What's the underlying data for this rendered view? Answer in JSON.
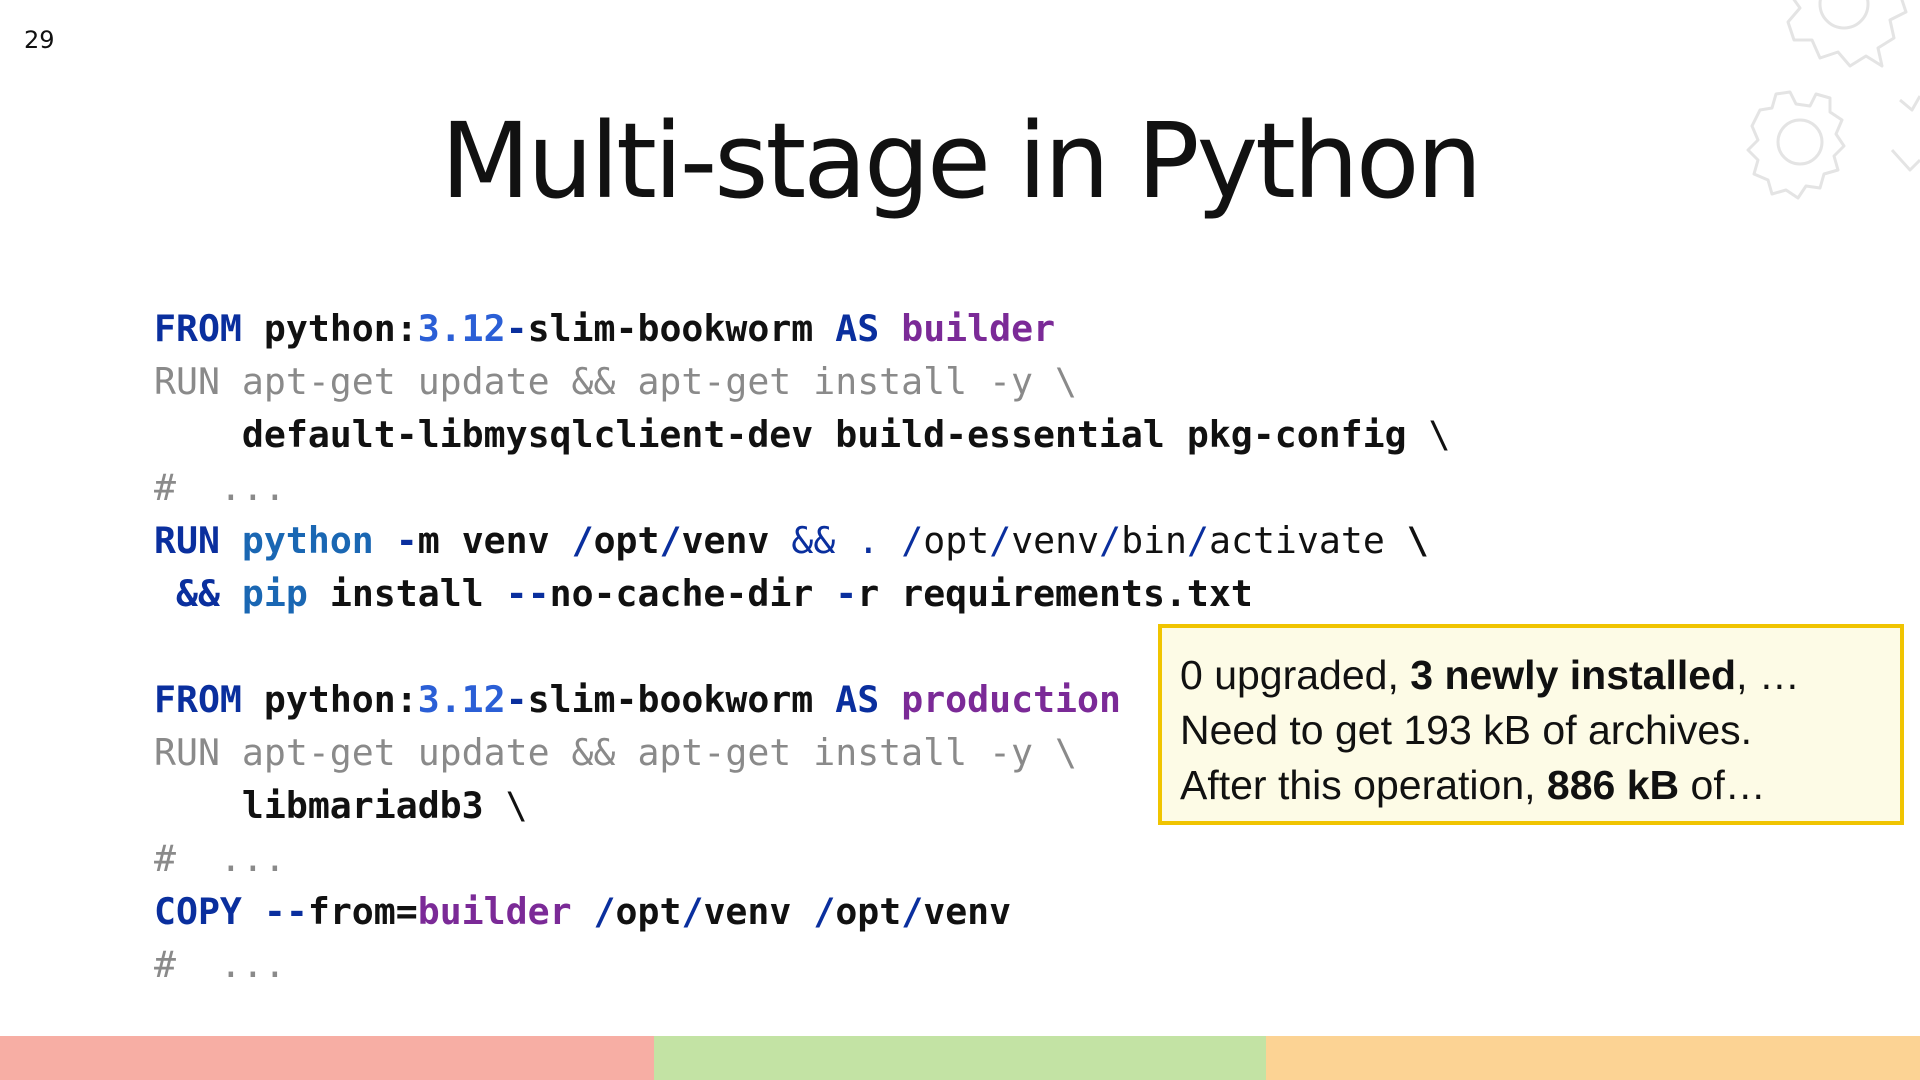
{
  "slide": {
    "number": "29",
    "title": "Multi-stage in Python"
  },
  "code_lines": [
    [
      [
        "kw",
        "FROM"
      ],
      [
        "plain",
        " "
      ],
      [
        "str",
        "python:"
      ],
      [
        "num",
        "3.12"
      ],
      [
        "op",
        "-"
      ],
      [
        "str",
        "slim-bookworm"
      ],
      [
        "plain",
        " "
      ],
      [
        "kw",
        "AS"
      ],
      [
        "plain",
        " "
      ],
      [
        "name",
        "builder"
      ]
    ],
    [
      [
        "dim",
        "RUN apt-get update && apt-get install -y \\"
      ]
    ],
    [
      [
        "plain",
        "    "
      ],
      [
        "str",
        "default-libmysqlclient-dev build-essential pkg-config"
      ],
      [
        "plain",
        " \\"
      ]
    ],
    [
      [
        "dim",
        "#  ..."
      ]
    ],
    [
      [
        "kw",
        "RUN"
      ],
      [
        "plain",
        " "
      ],
      [
        "cmd",
        "python"
      ],
      [
        "plain",
        " "
      ],
      [
        "op",
        "-"
      ],
      [
        "str",
        "m venv"
      ],
      [
        "plain",
        " "
      ],
      [
        "op",
        "/"
      ],
      [
        "str",
        "opt"
      ],
      [
        "op",
        "/"
      ],
      [
        "str",
        "venv"
      ],
      [
        "plain",
        " "
      ],
      [
        "op-light",
        "&& ."
      ],
      [
        "plain",
        " "
      ],
      [
        "op-light",
        "/"
      ],
      [
        "plain",
        "opt"
      ],
      [
        "op-light",
        "/"
      ],
      [
        "plain",
        "venv"
      ],
      [
        "op-light",
        "/"
      ],
      [
        "plain",
        "bin"
      ],
      [
        "op-light",
        "/"
      ],
      [
        "plain",
        "activate "
      ],
      [
        "str",
        "\\"
      ]
    ],
    [
      [
        "plain",
        " "
      ],
      [
        "op",
        "&&"
      ],
      [
        "plain",
        " "
      ],
      [
        "cmd",
        "pip"
      ],
      [
        "plain",
        " "
      ],
      [
        "str",
        "install"
      ],
      [
        "plain",
        " "
      ],
      [
        "op",
        "--"
      ],
      [
        "str",
        "no-cache-dir"
      ],
      [
        "plain",
        " "
      ],
      [
        "op",
        "-"
      ],
      [
        "str",
        "r requirements.txt"
      ]
    ],
    [
      [
        "plain",
        " "
      ]
    ],
    [
      [
        "kw",
        "FROM"
      ],
      [
        "plain",
        " "
      ],
      [
        "str",
        "python:"
      ],
      [
        "num",
        "3.12"
      ],
      [
        "op",
        "-"
      ],
      [
        "str",
        "slim-bookworm"
      ],
      [
        "plain",
        " "
      ],
      [
        "kw",
        "AS"
      ],
      [
        "plain",
        " "
      ],
      [
        "name",
        "production"
      ]
    ],
    [
      [
        "dim",
        "RUN apt-get update && apt-get install -y \\"
      ]
    ],
    [
      [
        "plain",
        "    "
      ],
      [
        "str",
        "libmariadb3"
      ],
      [
        "plain",
        " \\"
      ]
    ],
    [
      [
        "dim",
        "#  ..."
      ]
    ],
    [
      [
        "kw",
        "COPY"
      ],
      [
        "plain",
        " "
      ],
      [
        "op",
        "--"
      ],
      [
        "str",
        "from="
      ],
      [
        "name",
        "builder"
      ],
      [
        "plain",
        " "
      ],
      [
        "op",
        "/"
      ],
      [
        "str",
        "opt"
      ],
      [
        "op",
        "/"
      ],
      [
        "str",
        "venv"
      ],
      [
        "plain",
        " "
      ],
      [
        "op",
        "/"
      ],
      [
        "str",
        "opt"
      ],
      [
        "op",
        "/"
      ],
      [
        "str",
        "venv"
      ]
    ],
    [
      [
        "dim",
        "#  ..."
      ]
    ]
  ],
  "callout": {
    "line1_pre": "0 upgraded, ",
    "line1_bold": "3 newly installed",
    "line1_post": ", …",
    "line2": "Need to get 193 kB of archives.",
    "line3_pre": "After this operation, ",
    "line3_bold": "886 kB",
    "line3_post": " of…",
    "border_color": "#f0c400",
    "background_color": "#fdfbe6"
  },
  "footer_colors": [
    "#f7aea4",
    "#c3e3a4",
    "#fcd394"
  ],
  "icons": [
    "gear-icon"
  ]
}
